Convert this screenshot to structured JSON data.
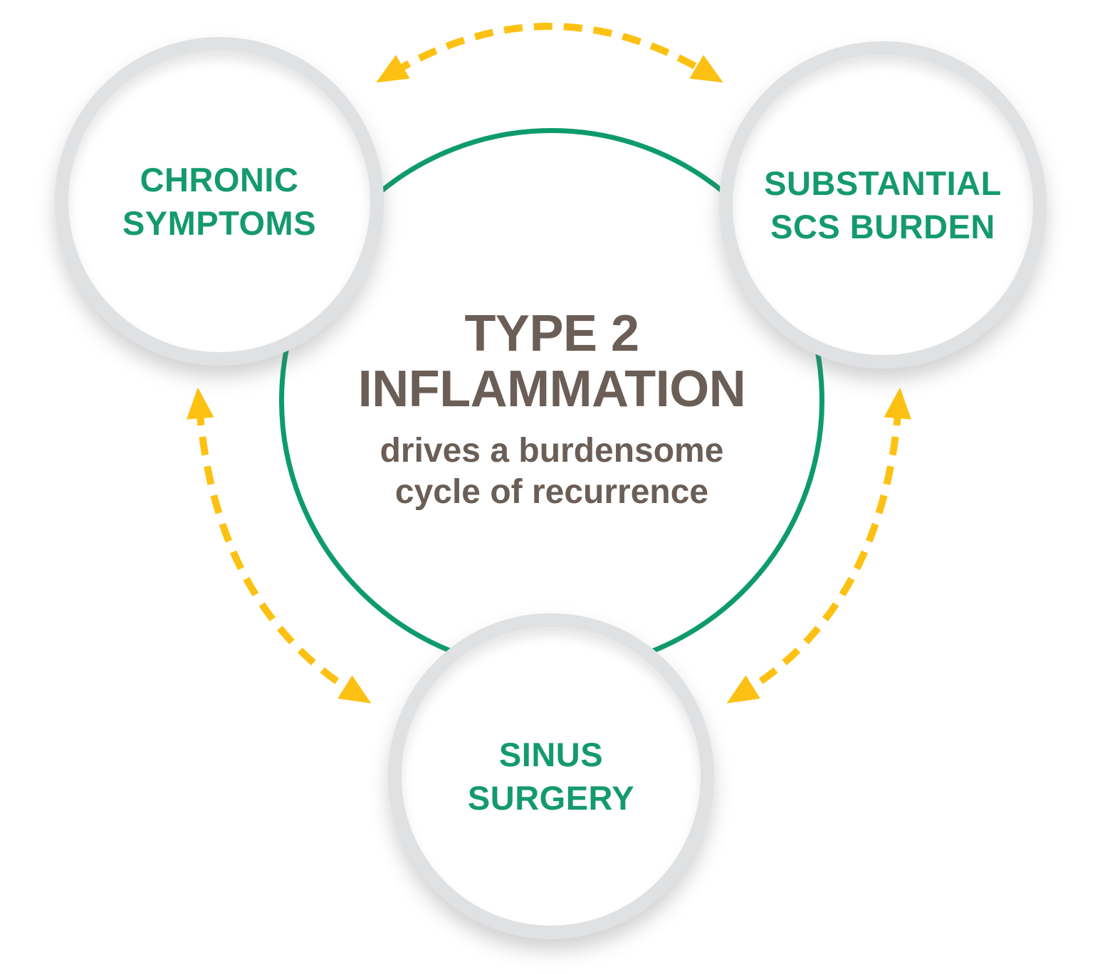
{
  "center": {
    "title_line1": "TYPE 2",
    "title_line2": "INFLAMMATION",
    "subtitle_line1": "drives a burdensome",
    "subtitle_line2": "cycle of recurrence"
  },
  "nodes": [
    {
      "id": "chronic-symptoms",
      "line1": "CHRONIC",
      "line2": "SYMPTOMS"
    },
    {
      "id": "substantial-scs-burden",
      "line1": "SUBSTANTIAL",
      "line2": "SCS BURDEN"
    },
    {
      "id": "sinus-surgery",
      "line1": "SINUS",
      "line2": "SURGERY"
    }
  ],
  "colors": {
    "node_label_green": "#149A6B",
    "cycle_ring_green": "#0E9B6C",
    "arrow_yellow": "#FDC113",
    "center_text_brown": "#6A5E56",
    "node_ring_gray": "#E0E1E3"
  }
}
